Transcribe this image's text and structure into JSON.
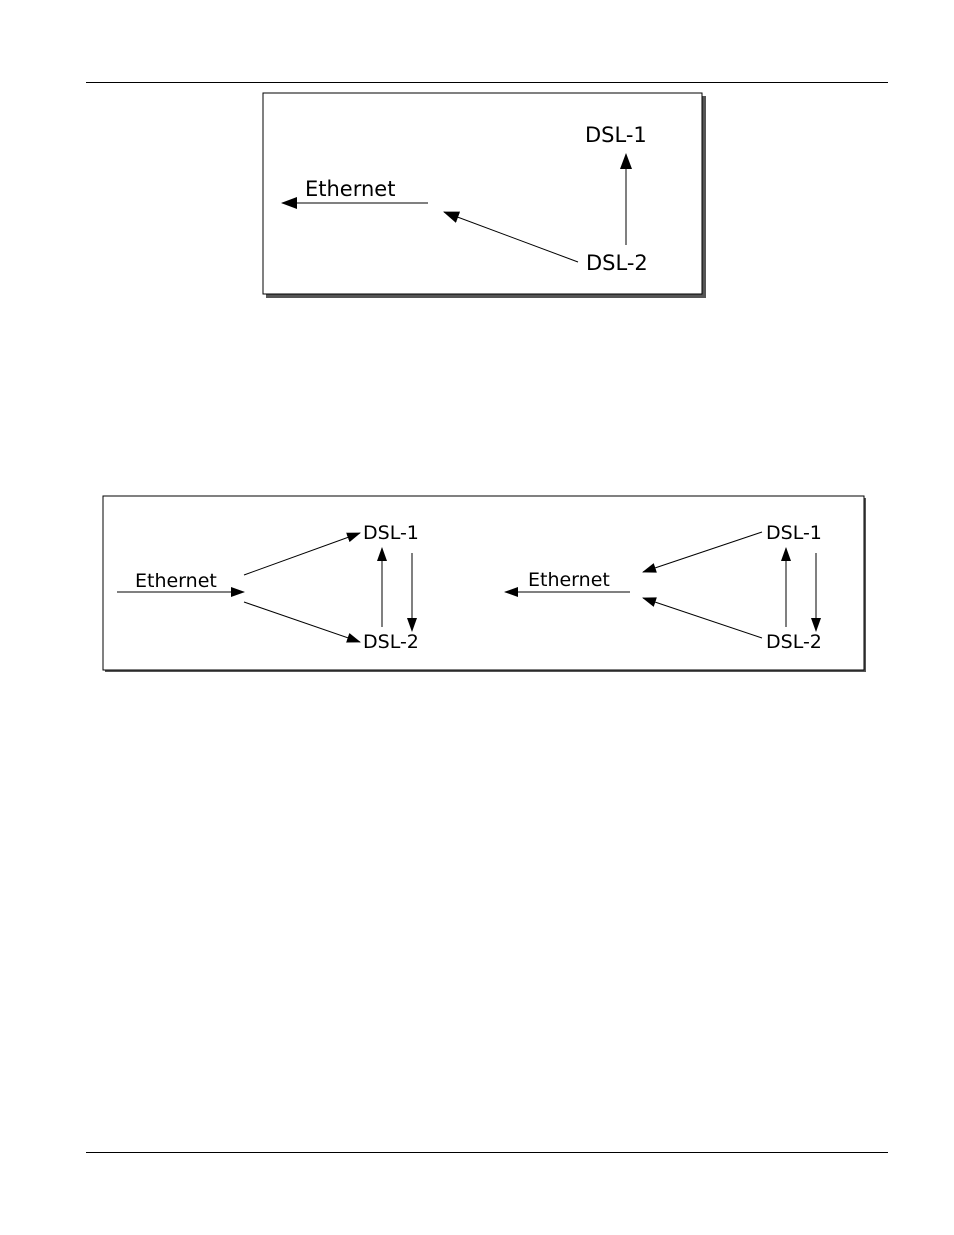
{
  "diagram_1": {
    "ethernet_label": "Ethernet",
    "dsl1_label": "DSL-1",
    "dsl2_label": "DSL-2"
  },
  "diagram_2": {
    "left": {
      "ethernet_label": "Ethernet",
      "dsl1_label": "DSL-1",
      "dsl2_label": "DSL-2"
    },
    "right": {
      "ethernet_label": "Ethernet",
      "dsl1_label": "DSL-1",
      "dsl2_label": "DSL-2"
    }
  }
}
